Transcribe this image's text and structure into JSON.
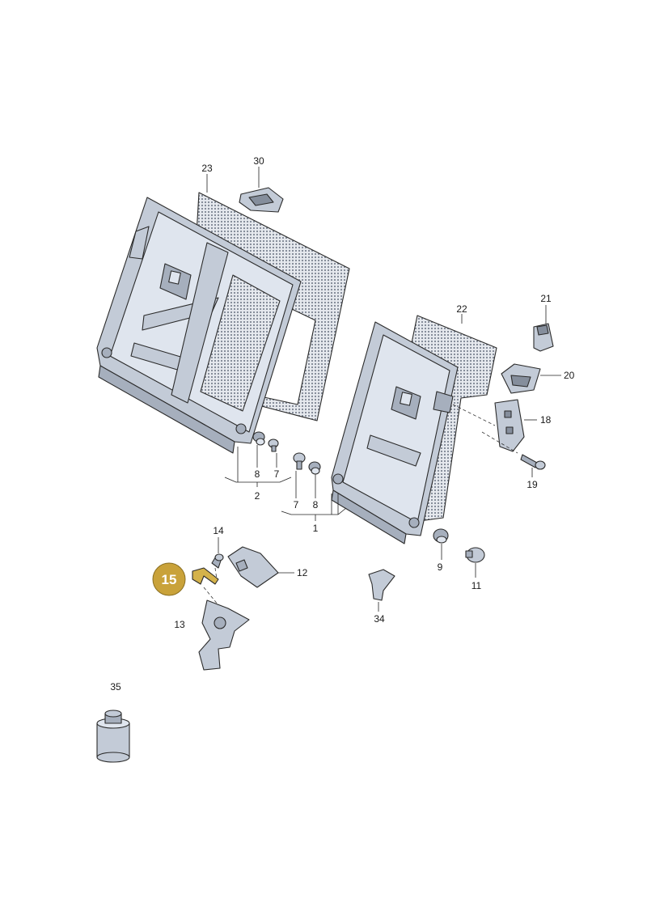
{
  "diagram": {
    "highlight_color": "#c9a23a",
    "part_color": "#c7ced9",
    "callouts": {
      "c1": "1",
      "c2": "2",
      "c7a": "7",
      "c7b": "7",
      "c8a": "8",
      "c8b": "8",
      "c9": "9",
      "c11": "11",
      "c12": "12",
      "c13": "13",
      "c14": "14",
      "c15": "15",
      "c18": "18",
      "c19": "19",
      "c20": "20",
      "c21": "21",
      "c22": "22",
      "c23": "23",
      "c30": "30",
      "c34": "34",
      "c35": "35"
    },
    "highlighted_part": "15"
  }
}
